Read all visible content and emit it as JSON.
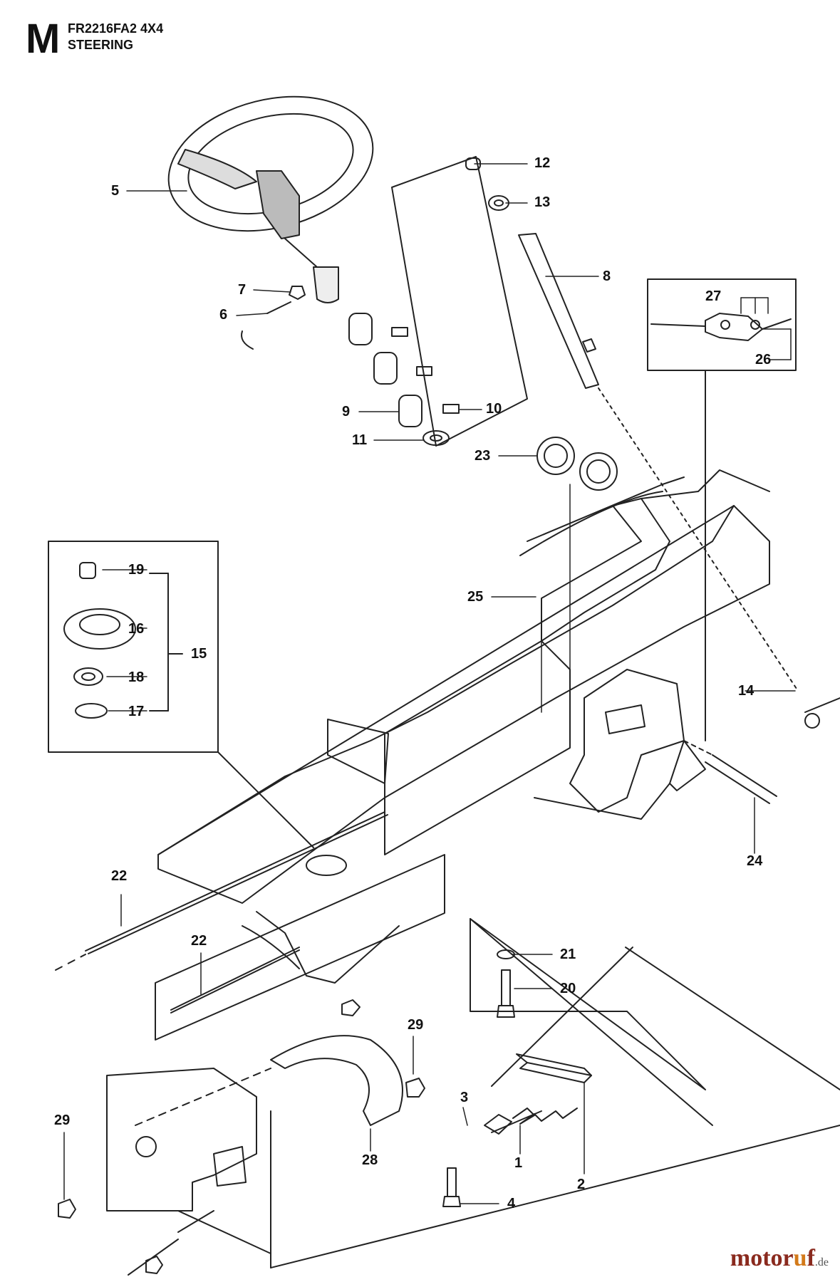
{
  "header": {
    "section_letter": "M",
    "model": "FR2216FA2 4X4",
    "title": "STEERING"
  },
  "callouts": [
    {
      "id": "c12",
      "label": "12"
    },
    {
      "id": "c13",
      "label": "13"
    },
    {
      "id": "c5",
      "label": "5"
    },
    {
      "id": "c8",
      "label": "8"
    },
    {
      "id": "c7",
      "label": "7"
    },
    {
      "id": "c6",
      "label": "6"
    },
    {
      "id": "c27",
      "label": "27"
    },
    {
      "id": "c26",
      "label": "26"
    },
    {
      "id": "c9",
      "label": "9"
    },
    {
      "id": "c10",
      "label": "10"
    },
    {
      "id": "c11",
      "label": "11"
    },
    {
      "id": "c23",
      "label": "23"
    },
    {
      "id": "c19",
      "label": "19"
    },
    {
      "id": "c16",
      "label": "16"
    },
    {
      "id": "c15",
      "label": "15"
    },
    {
      "id": "c18",
      "label": "18"
    },
    {
      "id": "c17",
      "label": "17"
    },
    {
      "id": "c25",
      "label": "25"
    },
    {
      "id": "c14",
      "label": "14"
    },
    {
      "id": "c24",
      "label": "24"
    },
    {
      "id": "c22a",
      "label": "22"
    },
    {
      "id": "c22b",
      "label": "22"
    },
    {
      "id": "c21",
      "label": "21"
    },
    {
      "id": "c20",
      "label": "20"
    },
    {
      "id": "c29a",
      "label": "29"
    },
    {
      "id": "c29b",
      "label": "29"
    },
    {
      "id": "c3",
      "label": "3"
    },
    {
      "id": "c1",
      "label": "1"
    },
    {
      "id": "c28",
      "label": "28"
    },
    {
      "id": "c2",
      "label": "2"
    },
    {
      "id": "c4",
      "label": "4"
    }
  ],
  "watermark": {
    "brand_main": "motor",
    "brand_dot": "u",
    "brand_end": "f",
    "tld": ".de"
  },
  "colors": {
    "line": "#222222",
    "watermark": "#8a2a1e"
  }
}
